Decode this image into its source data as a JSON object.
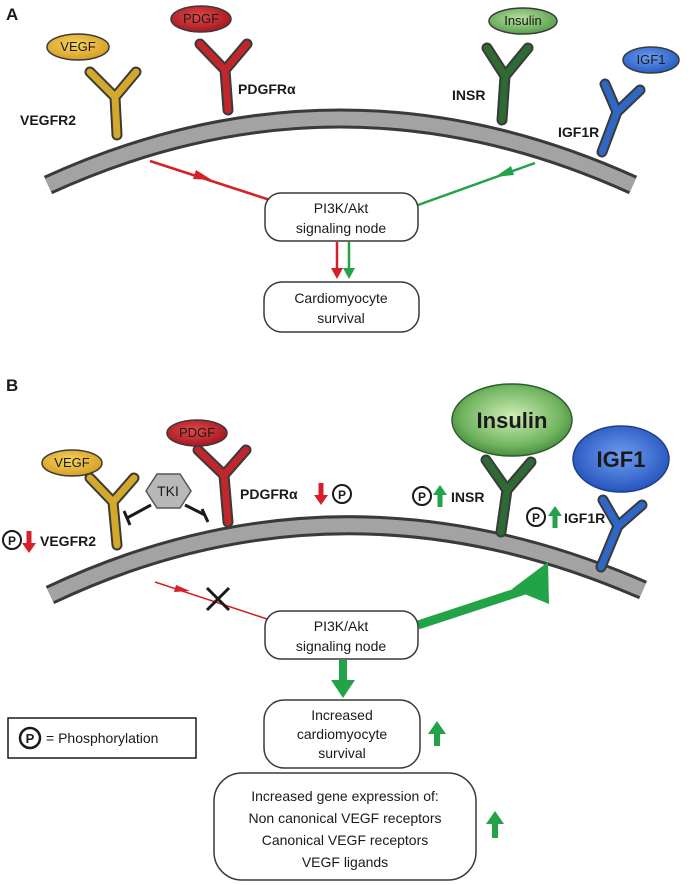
{
  "panel_a": {
    "label": "A",
    "ligands": {
      "vegf": "VEGF",
      "pdgf": "PDGF",
      "insulin": "Insulin",
      "igf1": "IGF1"
    },
    "receptors": {
      "vegfr2": "VEGFR2",
      "pdgfra": "PDGFRα",
      "insr": "INSR",
      "igf1r": "IGF1R"
    },
    "node": [
      "PI3K/Akt",
      "signaling node"
    ],
    "outcome": [
      "Cardiomyocyte",
      "survival"
    ]
  },
  "panel_b": {
    "label": "B",
    "ligands": {
      "vegf": "VEGF",
      "pdgf": "PDGF",
      "insulin": "Insulin",
      "igf1": "IGF1"
    },
    "receptors": {
      "vegfr2": "VEGFR2",
      "pdgfra": "PDGFRα",
      "insr": "INSR",
      "igf1r": "IGF1R"
    },
    "inhibitor": "TKI",
    "phospho_symbol": "P",
    "node": [
      "PI3K/Akt",
      "signaling node"
    ],
    "outcome": [
      "Increased",
      "cardiomyocyte",
      "survival"
    ],
    "gene_box": [
      "Increased gene expression of:",
      "Non canonical VEGF receptors",
      "Canonical VEGF receptors",
      "VEGF ligands"
    ],
    "legend": {
      "symbol": "P",
      "text": "= Phosphorylation"
    }
  },
  "colors": {
    "vegf": "#d4a82a",
    "pdgf": "#c0262b",
    "insulin": "#2e6b34",
    "igf1": "#2f67c4",
    "up_arrow": "#22a348",
    "down_arrow": "#d62028",
    "membrane": "#9a9a9a"
  }
}
